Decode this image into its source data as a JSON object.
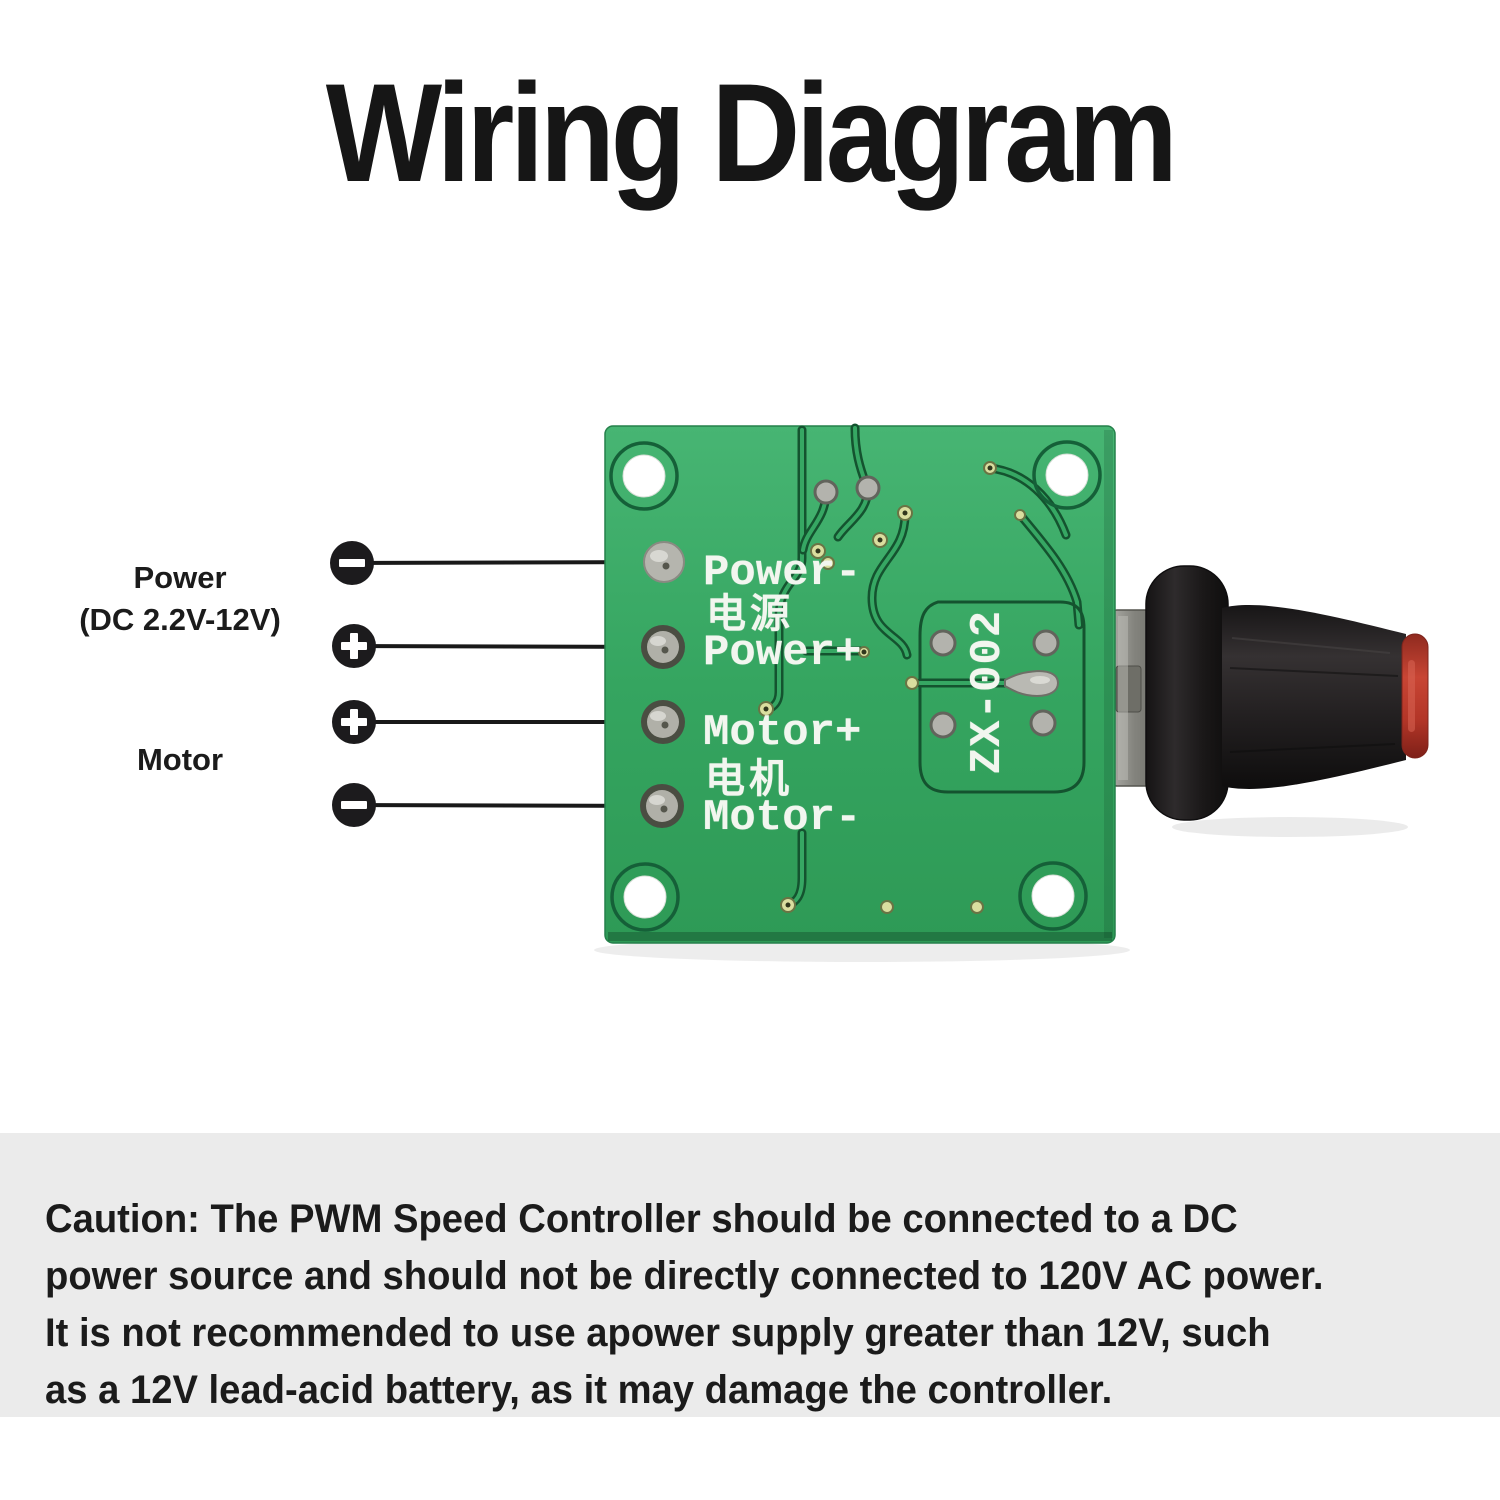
{
  "title": "Wiring Diagram",
  "connection_labels": {
    "power_name": "Power",
    "power_range": "(DC 2.2V-12V)",
    "motor_name": "Motor"
  },
  "terminals": [
    {
      "name": "power-negative",
      "symbol": "−"
    },
    {
      "name": "power-positive",
      "symbol": "+"
    },
    {
      "name": "motor-positive",
      "symbol": "+"
    },
    {
      "name": "motor-negative",
      "symbol": "−"
    }
  ],
  "pcb": {
    "silkscreen": {
      "power_negative": "Power-",
      "power_chinese": "电源",
      "power_positive": "Power+",
      "motor_positive": "Motor+",
      "motor_chinese": "电机",
      "motor_negative": "Motor-",
      "model_number": "ZX-002"
    }
  },
  "caution": {
    "lines": [
      "Caution: The PWM Speed Controller should be connected to a DC",
      "power source and should not be directly connected to 120V AC power.",
      "It is not recommended to use apower supply greater than 12V, such",
      "as a 12V lead-acid battery, as it may damage the controller."
    ]
  },
  "colors": {
    "pcb_green": "#3aa864",
    "trace_dark": "#14532f",
    "silkscreen_white": "#f2f6ef",
    "knob_black": "#1d1a1b",
    "knob_cap_red": "#b53427",
    "caution_bg": "#ebebeb",
    "ink_black": "#1a1a1a"
  }
}
